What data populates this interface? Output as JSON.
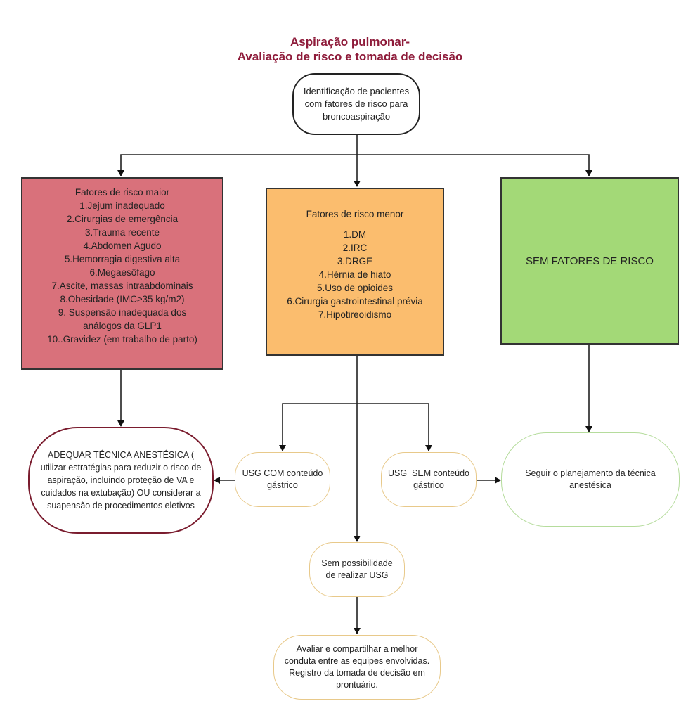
{
  "title": {
    "line1": "Aspiração pulmonar-",
    "line2": "Avaliação de risco e tomada de decisão"
  },
  "colors": {
    "title": "#8e1b3a",
    "major_fill": "#d9717b",
    "minor_fill": "#fbbd6e",
    "none_fill": "#a3d977",
    "major_outline": "#7a1c2e",
    "usg_outline": "#e8c98a",
    "green_outline": "#b5dc9c"
  },
  "start": {
    "lines": [
      "Identificação de pacientes",
      "com fatores de risco para",
      "broncoaspiração"
    ]
  },
  "major": {
    "heading": "Fatores de risco maior",
    "items": [
      "1.Jejum inadequado",
      "2.Cirurgias de emergência",
      "3.Trauma recente",
      "4.Abdomen Agudo",
      "5.Hemorragia digestiva alta",
      "6.Megaesôfago",
      "7.Ascite, massas intraabdominais",
      "8.Obesidade (IMC≥35 kg/m2)",
      "9. Suspensão inadequada dos",
      "análogos da GLP1",
      "10..Gravidez (em trabalho de parto)"
    ]
  },
  "minor": {
    "heading": "Fatores de risco menor",
    "items": [
      "1.DM",
      "2.IRC",
      "3.DRGE",
      "4.Hérnia de hiato",
      "5.Uso de opioides",
      "6.Cirurgia gastrointestinal prévia",
      "7.Hipotireoidismo"
    ]
  },
  "none": {
    "label": "SEM FATORES DE RISCO"
  },
  "adequar": {
    "lines": [
      "ADEQUAR TÉCNICA ANESTÉSICA (",
      "utilizar estratégias para reduzir o risco de",
      "aspiração, incluindo proteção de VA e",
      "cuidados na extubação) OU considerar a",
      "suapensão de procedimentos eletivos"
    ]
  },
  "usg_com": {
    "lines": [
      "USG COM conteúdo",
      "gástrico"
    ]
  },
  "usg_sem": {
    "lines": [
      "USG  SEM conteúdo",
      "gástrico"
    ]
  },
  "seguir": {
    "lines": [
      "Seguir o planejamento da técnica",
      "anestésica"
    ]
  },
  "sem_usg": {
    "lines": [
      "Sem possibilidade",
      "de realizar USG"
    ]
  },
  "avaliar": {
    "lines": [
      "Avaliar e compartilhar a melhor",
      "conduta entre as equipes envolvidas.",
      "Registro da tomada de decisão em",
      "prontuário."
    ]
  }
}
